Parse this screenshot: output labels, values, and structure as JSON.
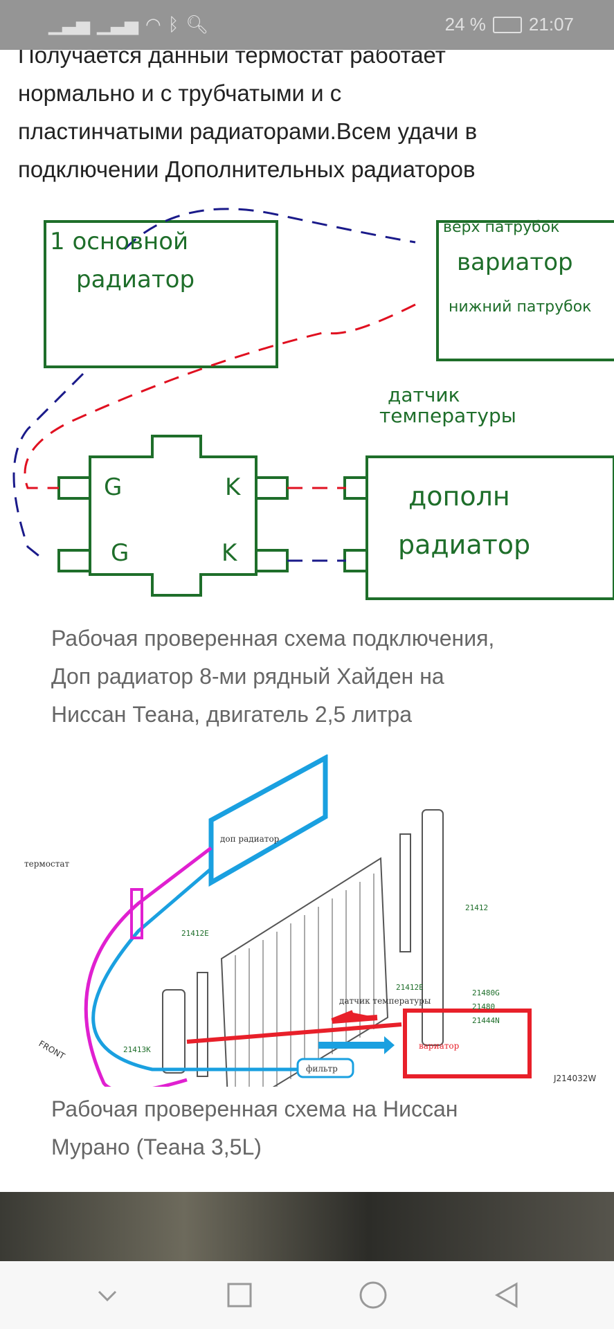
{
  "status_bar": {
    "battery": "24 %",
    "time": "21:07",
    "icons": [
      "signal-icon",
      "signal-icon",
      "wifi-icon",
      "bluetooth-icon",
      "search-icon",
      "battery-icon"
    ]
  },
  "article": {
    "paragraph": [
      "Получается данный термостат работает",
      "нормально и с трубчатыми и с",
      "пластинчатыми радиаторами.Всем удачи в",
      "подключении Дополнительных радиаторов"
    ],
    "sketch": {
      "main_radiator": [
        "1 основной",
        "радиатор"
      ],
      "variator": [
        "верх патрубок",
        "вариатор",
        "нижний патрубок"
      ],
      "sensor": [
        "датчик",
        "температуры"
      ],
      "extra_radiator": [
        "дополн",
        "радиатор"
      ],
      "thermostat_ports": [
        "G",
        "K",
        "G",
        "K"
      ]
    },
    "caption1": [
      "Рабочая проверенная схема подключения,",
      "Доп радиатор 8-ми рядный Хайден на",
      "Ниссан Теана, двигатель 2,5 литра"
    ],
    "diagram": {
      "labels": {
        "thermostat": "термостат",
        "extra_radiator": "доп радиатор",
        "sensor": "датчик температуры",
        "variator": "вариатор",
        "filter": "фильтр",
        "front": "FRONT",
        "code": "J214032W"
      },
      "parts": [
        "21412",
        "21412E",
        "21412E",
        "21413K",
        "21480G",
        "21480",
        "21444N"
      ]
    },
    "caption2": [
      "Рабочая проверенная схема на Ниссан",
      "Мурано (Теана 3,5L)"
    ]
  },
  "nav": {
    "icons": [
      "chevron-down-icon",
      "square-icon",
      "circle-icon",
      "back-triangle-icon"
    ]
  }
}
